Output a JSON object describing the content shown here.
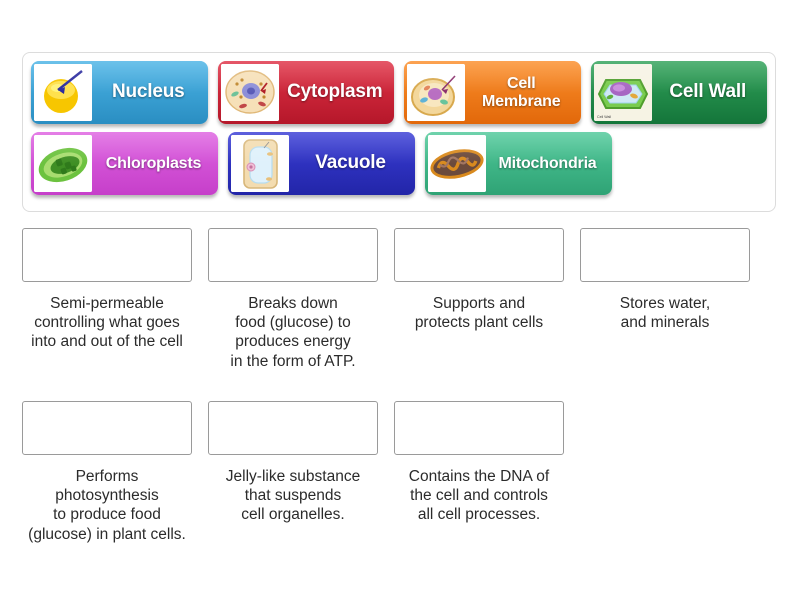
{
  "activity": {
    "type": "match-up-drag-and-drop",
    "subject": "Cell organelles"
  },
  "tile_bank": {
    "name": "draggable-tiles",
    "rows": [
      [
        {
          "label": "Nucleus",
          "color": "#33a3dc",
          "color_dark": "#2a8ec2",
          "icon": "nucleus-thumbnail",
          "thumb_caption": ""
        },
        {
          "label": "Cytoplasm",
          "color": "#d21f33",
          "color_dark": "#b5172a",
          "icon": "cytoplasm-thumbnail",
          "thumb_caption": ""
        },
        {
          "label": "Cell Membrane",
          "color": "#f57c16",
          "color_dark": "#dd6a0a",
          "icon": "cell-membrane-thumbnail",
          "thumb_caption": ""
        },
        {
          "label": "Cell Wall",
          "color": "#1e8b46",
          "color_dark": "#14753a",
          "icon": "cell-wall-thumbnail",
          "thumb_caption": "Cell Wall"
        }
      ],
      [
        {
          "label": "Chloroplasts",
          "color": "#d44fd8",
          "color_dark": "#bf3ec3",
          "icon": "chloroplast-thumbnail",
          "thumb_caption": ""
        },
        {
          "label": "Vacuole",
          "color": "#2b2fc2",
          "color_dark": "#2225a8",
          "icon": "vacuole-thumbnail",
          "thumb_caption": ""
        },
        {
          "label": "Mitochondria",
          "color": "#3fb98a",
          "color_dark": "#2fa375",
          "icon": "mitochondria-thumbnail",
          "thumb_caption": ""
        }
      ]
    ]
  },
  "answers": {
    "rows": [
      [
        {
          "text": "Semi-permeable\ncontrolling what goes\ninto and out of the cell"
        },
        {
          "text": "Breaks down\nfood (glucose) to\nproduces energy\nin the form of ATP."
        },
        {
          "text": "Supports and\nprotects plant cells"
        },
        {
          "text": "Stores water,\nand minerals"
        }
      ],
      [
        {
          "text": "Performs\nphotosynthesis\nto produce food\n(glucose) in plant cells."
        },
        {
          "text": "Jelly-like substance\nthat suspends\ncell organelles."
        },
        {
          "text": "Contains the DNA of\nthe cell and controls\nall cell processes."
        }
      ]
    ]
  },
  "colors": {
    "page_background": "#ffffff",
    "bank_border": "#dcdcdc",
    "drop_zone_border": "#9a9a9a",
    "answer_text": "#2b2b2b"
  }
}
